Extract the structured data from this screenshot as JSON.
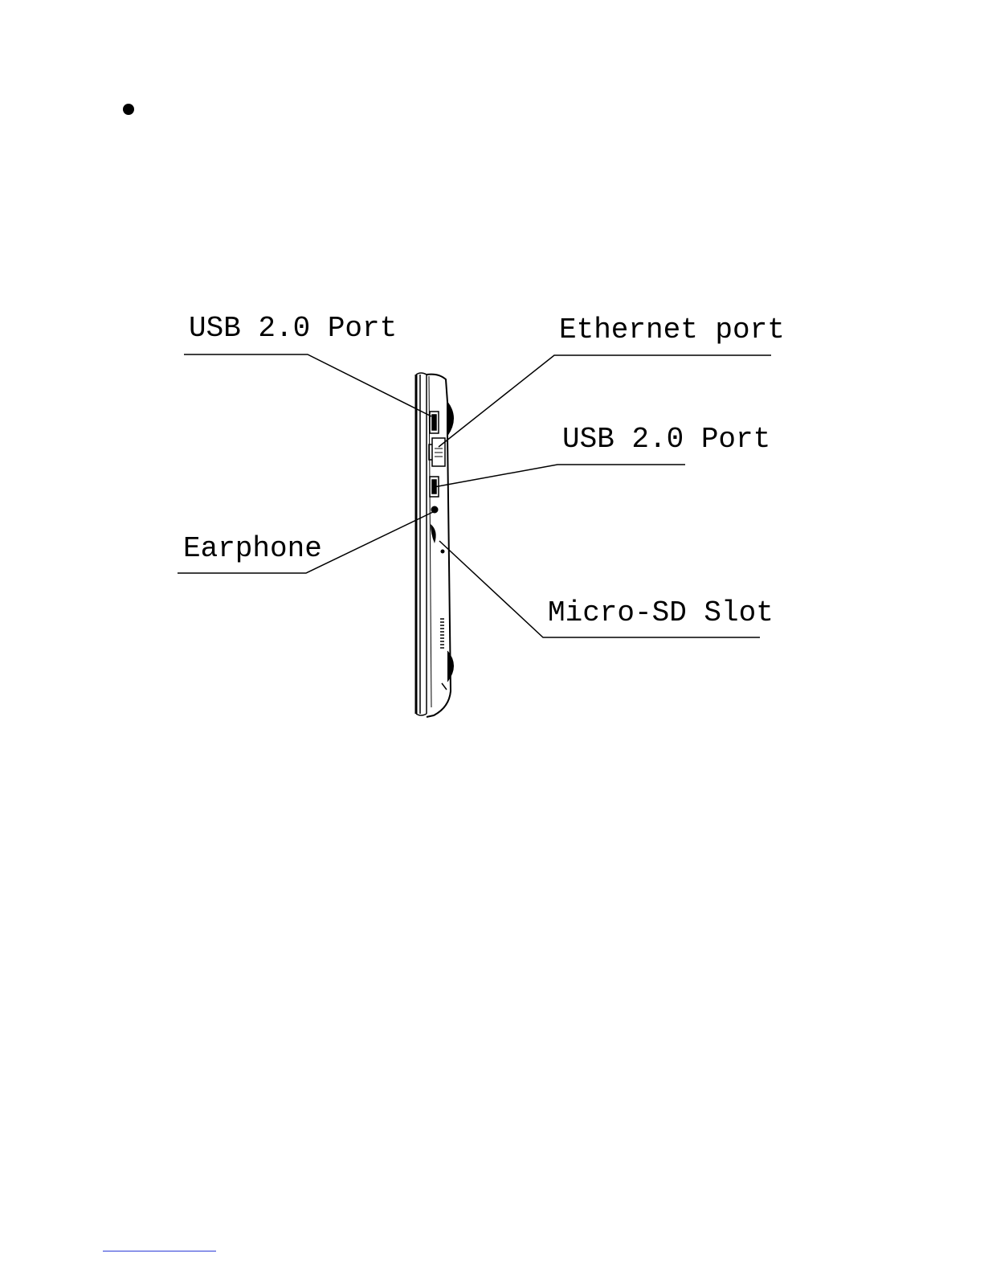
{
  "diagram": {
    "labels": {
      "usb_top_left": "USB 2.0 Port",
      "ethernet": "Ethernet port",
      "usb_right": "USB 2.0 Port",
      "earphone": "Earphone",
      "micro_sd": "Micro-SD Slot"
    }
  },
  "colors": {
    "ink": "#000000",
    "paper": "#ffffff",
    "link": "#2b3bd6"
  }
}
